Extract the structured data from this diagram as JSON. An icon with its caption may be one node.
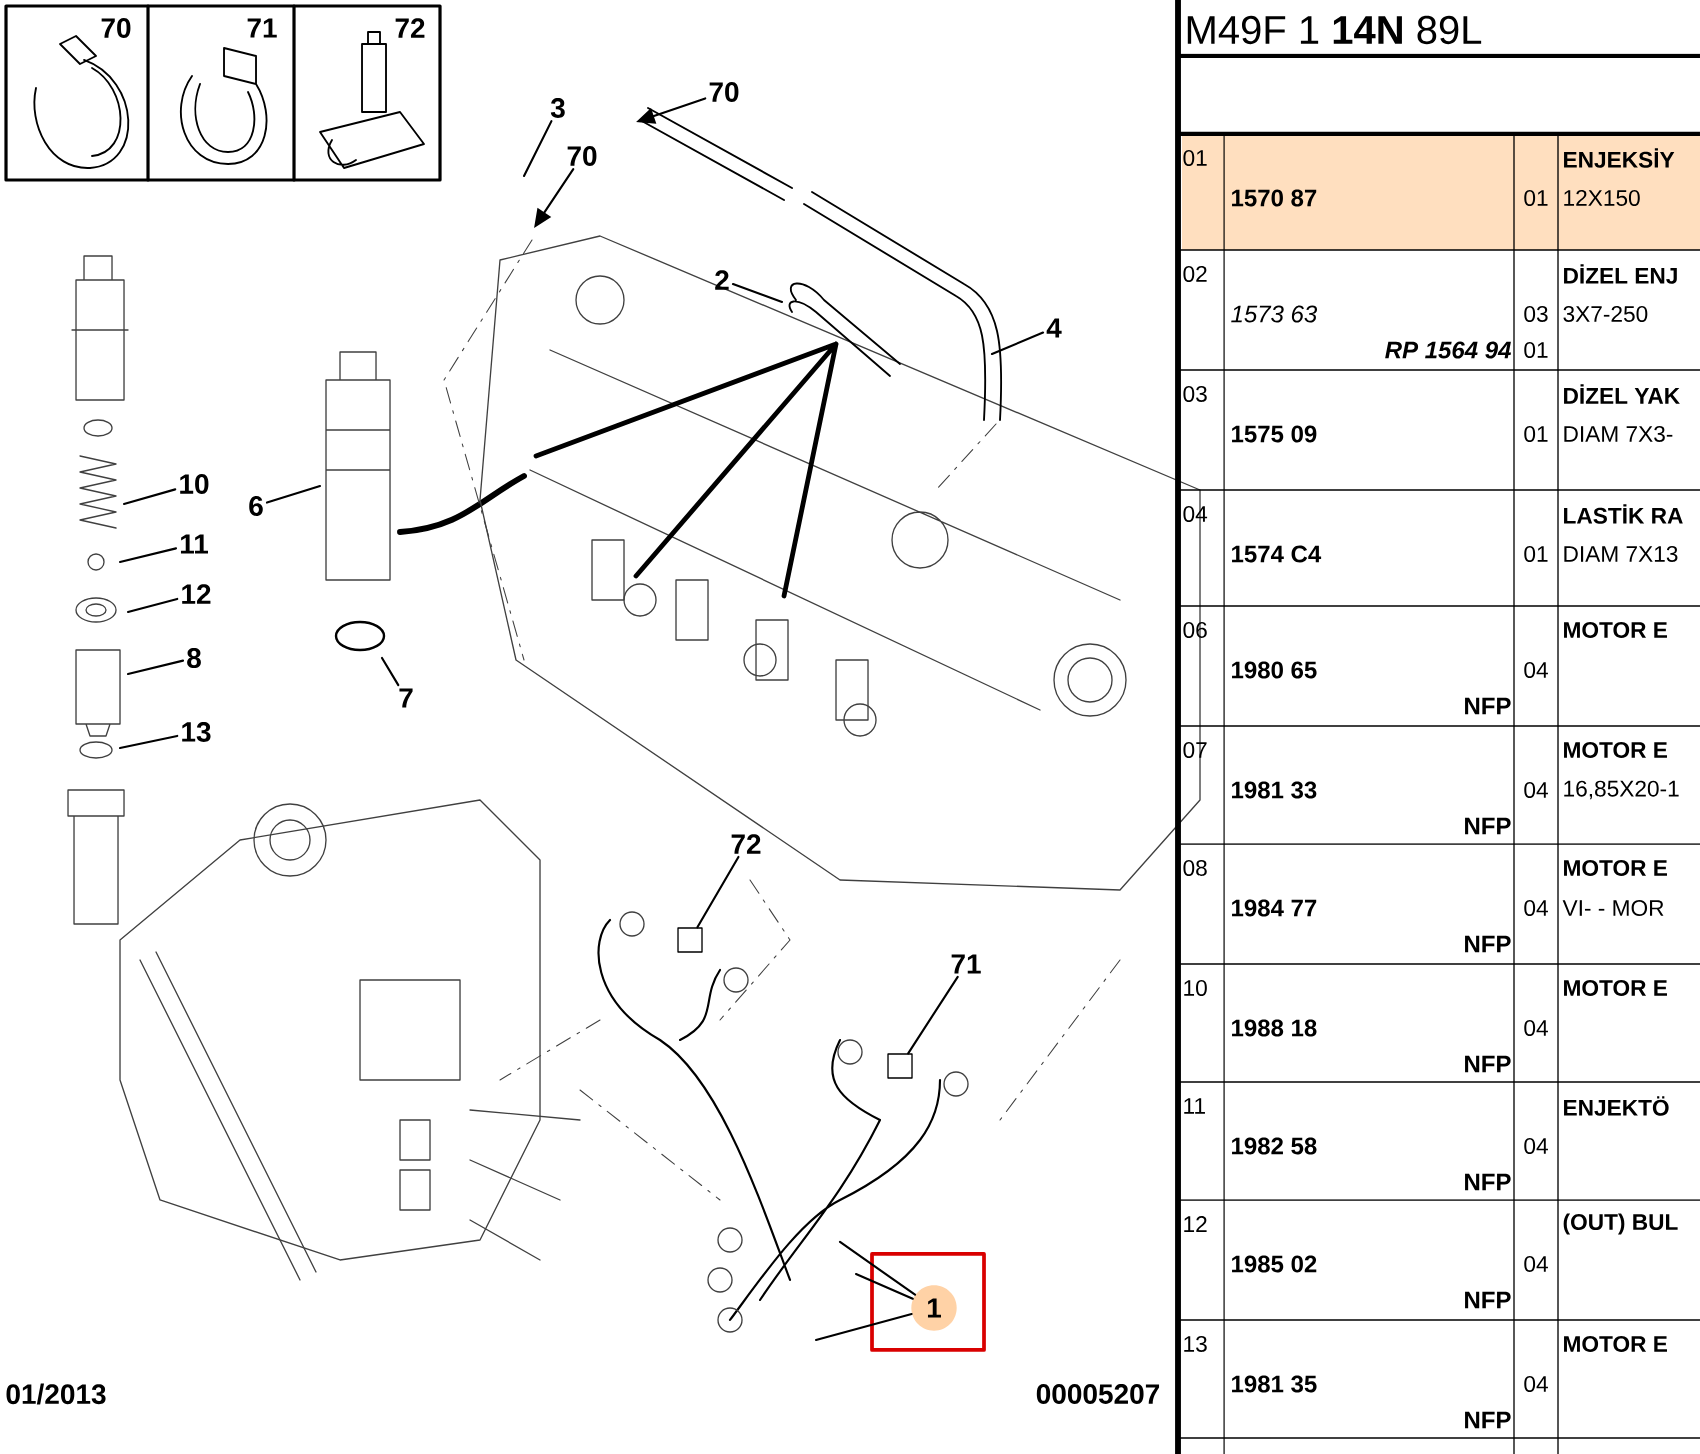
{
  "diagram": {
    "nodes": [
      {
        "text": [
          "70"
        ]
      },
      {
        "text": [
          "3"
        ]
      },
      {
        "text": [
          "70"
        ]
      },
      {
        "text": [
          "2"
        ]
      },
      {
        "text": [
          "4"
        ]
      },
      {
        "text": [
          "10"
        ]
      },
      {
        "text": [
          "6"
        ]
      },
      {
        "text": [
          "11"
        ]
      },
      {
        "text": [
          "12"
        ]
      },
      {
        "text": [
          "8"
        ]
      },
      {
        "text": [
          "7"
        ]
      },
      {
        "text": [
          "13"
        ]
      },
      {
        "text": [
          "72"
        ]
      },
      {
        "text": [],
        "shape": "box"
      },
      {
        "text": [
          "71"
        ]
      },
      {
        "text": [],
        "shape": "box"
      },
      {
        "text": [
          "1"
        ]
      }
    ],
    "edges": [
      {
        "from": 0,
        "to": null,
        "arrow": "to"
      },
      {
        "from": 1,
        "to": null,
        "arrow": "none"
      },
      {
        "from": 2,
        "to": null,
        "arrow": "to"
      },
      {
        "from": 3,
        "to": null,
        "arrow": "none"
      },
      {
        "from": 4,
        "to": null,
        "arrow": "none"
      },
      {
        "from": 5,
        "to": null,
        "arrow": "none"
      },
      {
        "from": 6,
        "to": null,
        "arrow": "none"
      },
      {
        "from": 7,
        "to": null,
        "arrow": "none"
      },
      {
        "from": 8,
        "to": null,
        "arrow": "none"
      },
      {
        "from": 9,
        "to": null,
        "arrow": "none"
      },
      {
        "from": 10,
        "to": null,
        "arrow": "none"
      },
      {
        "from": 11,
        "to": null,
        "arrow": "none"
      },
      {
        "from": 12,
        "to": 13,
        "arrow": "none"
      },
      {
        "from": 14,
        "to": 15,
        "arrow": "none"
      },
      {
        "from": 16,
        "to": null,
        "arrow": "none"
      },
      {
        "from": 16,
        "to": null,
        "arrow": "none"
      },
      {
        "from": 16,
        "to": null,
        "arrow": "none"
      }
    ],
    "labels": [
      "70",
      "71",
      "72",
      "01/2013",
      "00005207",
      "M49F 1 **14N** 89L",
      "01",
      "ENJEKSİY",
      "1570 87",
      "01",
      "12X150",
      "02",
      "DİZEL ENJ",
      "1573 63",
      "03",
      "3X7-250",
      "RP 1564 94",
      "01",
      "03",
      "DİZEL YAK",
      "1575 09",
      "01",
      "DIAM 7X3-",
      "04",
      "LASTİK RA",
      "1574 C4",
      "01",
      "DIAM 7X13",
      "06",
      "MOTOR E",
      "1980 65",
      "04",
      "NFP",
      "07",
      "MOTOR E",
      "1981 33",
      "04",
      "16,85X20-1",
      "NFP",
      "08",
      "MOTOR E",
      "1984 77",
      "04",
      "VI- - MOR",
      "NFP",
      "10",
      "MOTOR E",
      "1988 18",
      "04",
      "NFP",
      "11",
      "ENJEKTÖ",
      "1982 58",
      "04",
      "NFP",
      "12",
      "(OUT) BUL",
      "1985 02",
      "04",
      "NFP",
      "13",
      "MOTOR E",
      "1981 35",
      "04",
      "NFP"
    ]
  }
}
